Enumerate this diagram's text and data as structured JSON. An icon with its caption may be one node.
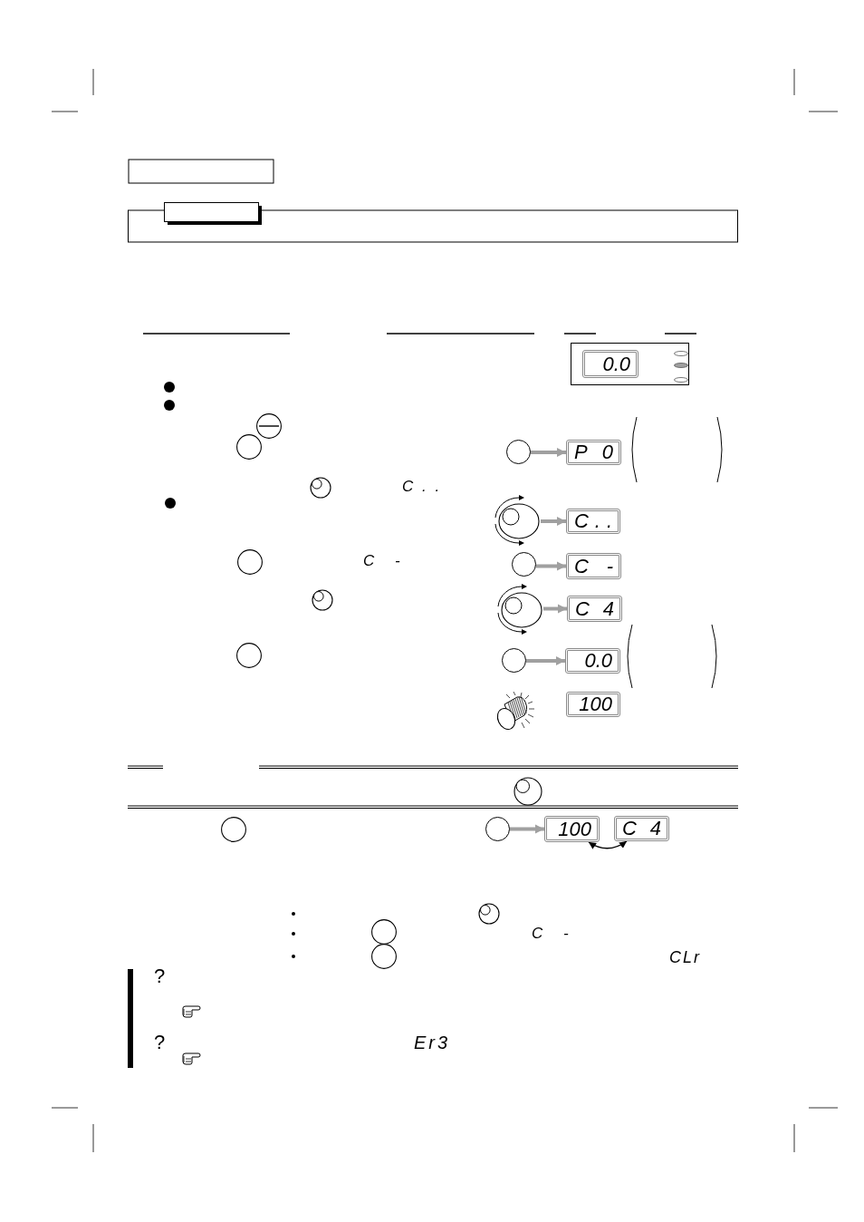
{
  "diagram": {
    "nodes": [
      {
        "text": [],
        "shape": "box"
      },
      {
        "text": [
          "0.0"
        ],
        "in": 0
      },
      {
        "text": [],
        "shape": "circle"
      },
      {
        "text": [
          "P 0"
        ]
      },
      {
        "text": [],
        "shape": "picture"
      },
      {
        "text": [
          "C . ."
        ]
      },
      {
        "text": [],
        "shape": "circle"
      },
      {
        "text": [
          "C -"
        ]
      },
      {
        "text": [],
        "shape": "picture"
      },
      {
        "text": [
          "C 4"
        ]
      },
      {
        "text": [],
        "shape": "circle"
      },
      {
        "text": [
          "0.0"
        ]
      },
      {
        "text": [
          "100"
        ]
      },
      {
        "text": [],
        "shape": "circle"
      },
      {
        "text": [
          "100"
        ]
      },
      {
        "text": [
          "C 4"
        ]
      }
    ],
    "edges": [
      {
        "from": 2,
        "to": 3,
        "arrow": "to"
      },
      {
        "from": 4,
        "to": 5,
        "arrow": "to"
      },
      {
        "from": 6,
        "to": 7,
        "arrow": "to"
      },
      {
        "from": 8,
        "to": 9,
        "arrow": "to"
      },
      {
        "from": 10,
        "to": 11,
        "arrow": "to"
      },
      {
        "from": 13,
        "to": 14,
        "arrow": "to"
      },
      {
        "from": 14,
        "to": 15,
        "arrow": "both",
        "color": "#000000"
      }
    ],
    "labels": [
      "C . .",
      "C -",
      "C -",
      "CLr",
      "?",
      "?",
      "Er3"
    ]
  }
}
